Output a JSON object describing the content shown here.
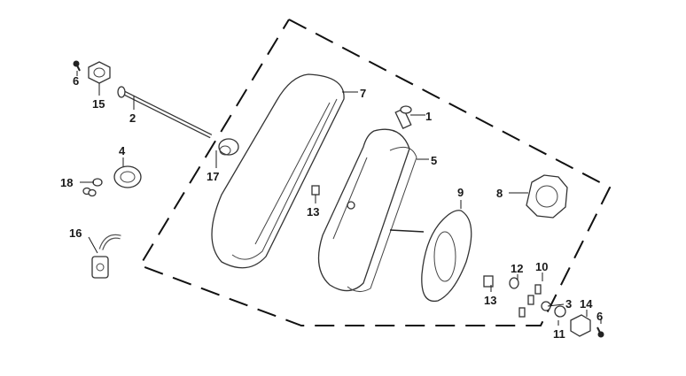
{
  "callouts": [
    {
      "id": "c1",
      "text": "1"
    },
    {
      "id": "c2",
      "text": "2"
    },
    {
      "id": "c3",
      "text": "3"
    },
    {
      "id": "c4",
      "text": "4"
    },
    {
      "id": "c5",
      "text": "5"
    },
    {
      "id": "c6a",
      "text": "6"
    },
    {
      "id": "c6b",
      "text": "6"
    },
    {
      "id": "c7",
      "text": "7"
    },
    {
      "id": "c8",
      "text": "8"
    },
    {
      "id": "c9",
      "text": "9"
    },
    {
      "id": "c10",
      "text": "10"
    },
    {
      "id": "c11",
      "text": "11"
    },
    {
      "id": "c12",
      "text": "12"
    },
    {
      "id": "c13a",
      "text": "13"
    },
    {
      "id": "c13b",
      "text": "13"
    },
    {
      "id": "c14",
      "text": "14"
    },
    {
      "id": "c15",
      "text": "15"
    },
    {
      "id": "c16",
      "text": "16"
    },
    {
      "id": "c17",
      "text": "17"
    },
    {
      "id": "c18",
      "text": "18"
    }
  ]
}
